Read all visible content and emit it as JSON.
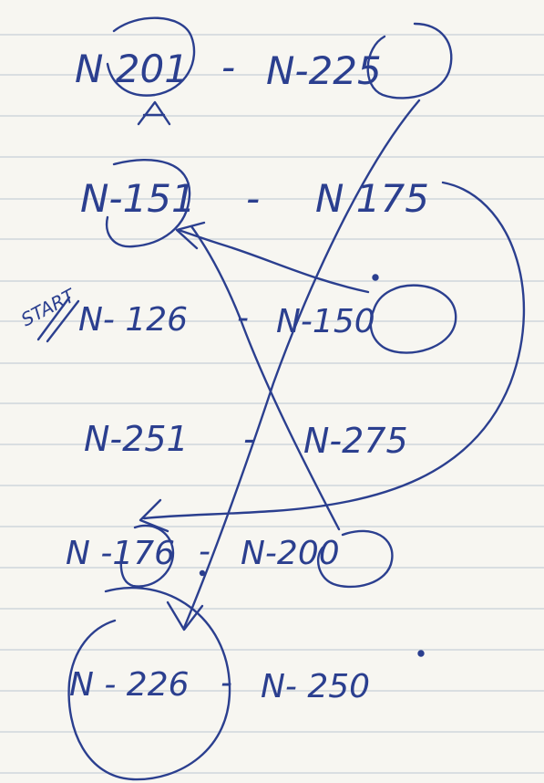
{
  "note": {
    "rows": [
      {
        "left": "N 201",
        "sep": "-",
        "right": "N-225"
      },
      {
        "left": "N-151",
        "sep": "-",
        "right": "N 175"
      },
      {
        "left": "N- 126",
        "sep": "-",
        "right": "N-150"
      },
      {
        "left": "N-251",
        "sep": "-",
        "right": "N-275"
      },
      {
        "left": "N -176",
        "sep": "-",
        "right": "N-200"
      },
      {
        "left": "N - 226",
        "sep": "-",
        "right": "N- 250"
      }
    ],
    "start_label": "START"
  },
  "colors": {
    "ink": "#2b3f8f",
    "paper": "#f7f6f1",
    "rule_line": "#cfd6dc"
  }
}
